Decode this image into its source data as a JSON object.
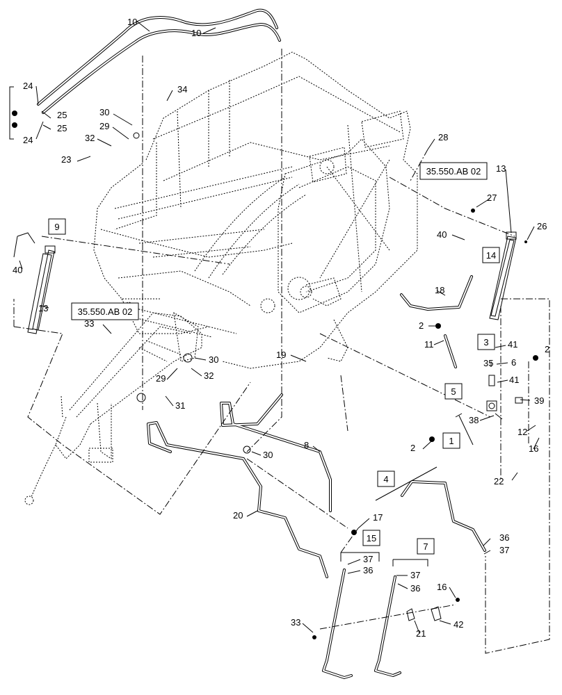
{
  "callouts": [
    "10",
    "10",
    "24",
    "25",
    "25",
    "24",
    "34",
    "30",
    "29",
    "32",
    "23",
    "28",
    "13",
    "27",
    "26",
    "40",
    "14",
    "9",
    "40",
    "13",
    "33",
    "18",
    "2",
    "11",
    "3",
    "41",
    "2",
    "35",
    "6",
    "5",
    "41",
    "39",
    "38",
    "2",
    "1",
    "12",
    "16",
    "22",
    "19",
    "30",
    "29",
    "32",
    "31",
    "8",
    "30",
    "17",
    "15",
    "37",
    "36",
    "20",
    "4",
    "36",
    "37",
    "7",
    "37",
    "36",
    "16",
    "33",
    "21",
    "42"
  ],
  "boxed_callouts": [
    "9",
    "14",
    "3",
    "5",
    "1",
    "15",
    "4",
    "7"
  ],
  "reference_labels": [
    "35.550.AB 02",
    "35.550.AB 02"
  ]
}
